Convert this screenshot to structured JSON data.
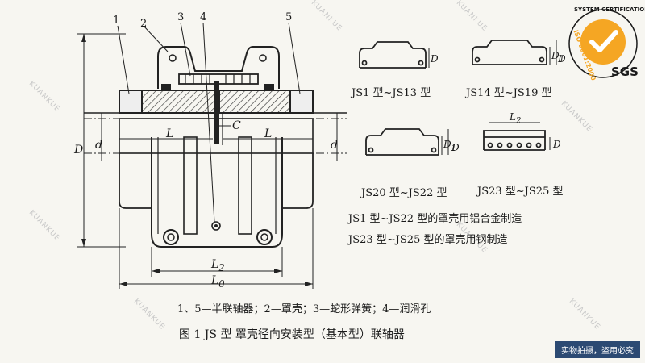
{
  "callouts": {
    "n1": "1",
    "n2": "2",
    "n3": "3",
    "n4": "4",
    "n5": "5"
  },
  "dims": {
    "D": "D",
    "d_left": "d",
    "d_right": "d",
    "L_left": "L",
    "L_right": "L",
    "C": "C",
    "L2": "L",
    "L2_sub": "2",
    "L0": "L",
    "L0_sub": "0"
  },
  "variants": [
    {
      "label": "JS1 型~JS13 型",
      "dim1": "D"
    },
    {
      "label": "JS14 型~JS19 型",
      "dim1": "D",
      "dim2": "D",
      "dim2_sub": "1"
    },
    {
      "label": "JS20 型~JS22 型",
      "dim1": "D",
      "dim2": "D",
      "dim2_sub": "1"
    },
    {
      "label": "JS23 型~JS25 型",
      "dim1": "D",
      "dim_top": "L",
      "dim_top_sub": "2"
    }
  ],
  "notes": {
    "alu": "JS1 型~JS22 型的罩壳用铝合金制造",
    "steel": "JS23 型~JS25 型的罩壳用钢制造"
  },
  "caption": {
    "legend": "1、5—半联轴器；2—罩壳；3—蛇形弹簧；4—润滑孔",
    "figure": "图 1    JS 型    罩壳径向安装型（基本型）联轴器"
  },
  "logo": {
    "top_text": "SYSTEM CERTIFICATION",
    "side_text": "ISO 9001:2000",
    "brand": "SGS",
    "accent": "#f5a623"
  },
  "watermark": "KUANKUE",
  "badge": "实物拍摄，盗用必究"
}
